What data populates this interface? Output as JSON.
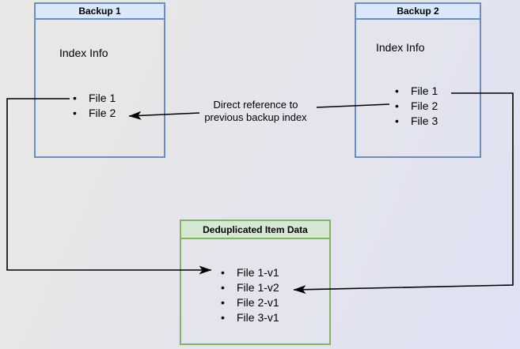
{
  "backup1": {
    "title": "Backup 1",
    "subtitle": "Index Info",
    "files": [
      "File 1",
      "File 2"
    ]
  },
  "backup2": {
    "title": "Backup 2",
    "subtitle": "Index Info",
    "files": [
      "File 1",
      "File 2",
      "File 3"
    ]
  },
  "dedup": {
    "title": "Deduplicated Item Data",
    "files": [
      "File 1-v1",
      "File 1-v2",
      "File 2-v1",
      "File 3-v1"
    ]
  },
  "annotation": {
    "label": "Direct reference to previous backup index"
  },
  "colors": {
    "blue_box_border": "#6c8ebf",
    "blue_box_header_fill": "#dae8fc",
    "green_box_border": "#82b366",
    "green_box_header_fill": "#d5e8d4",
    "arrow": "#000000",
    "background_start": "#e9e8e6",
    "background_end": "#dfe2f4"
  }
}
